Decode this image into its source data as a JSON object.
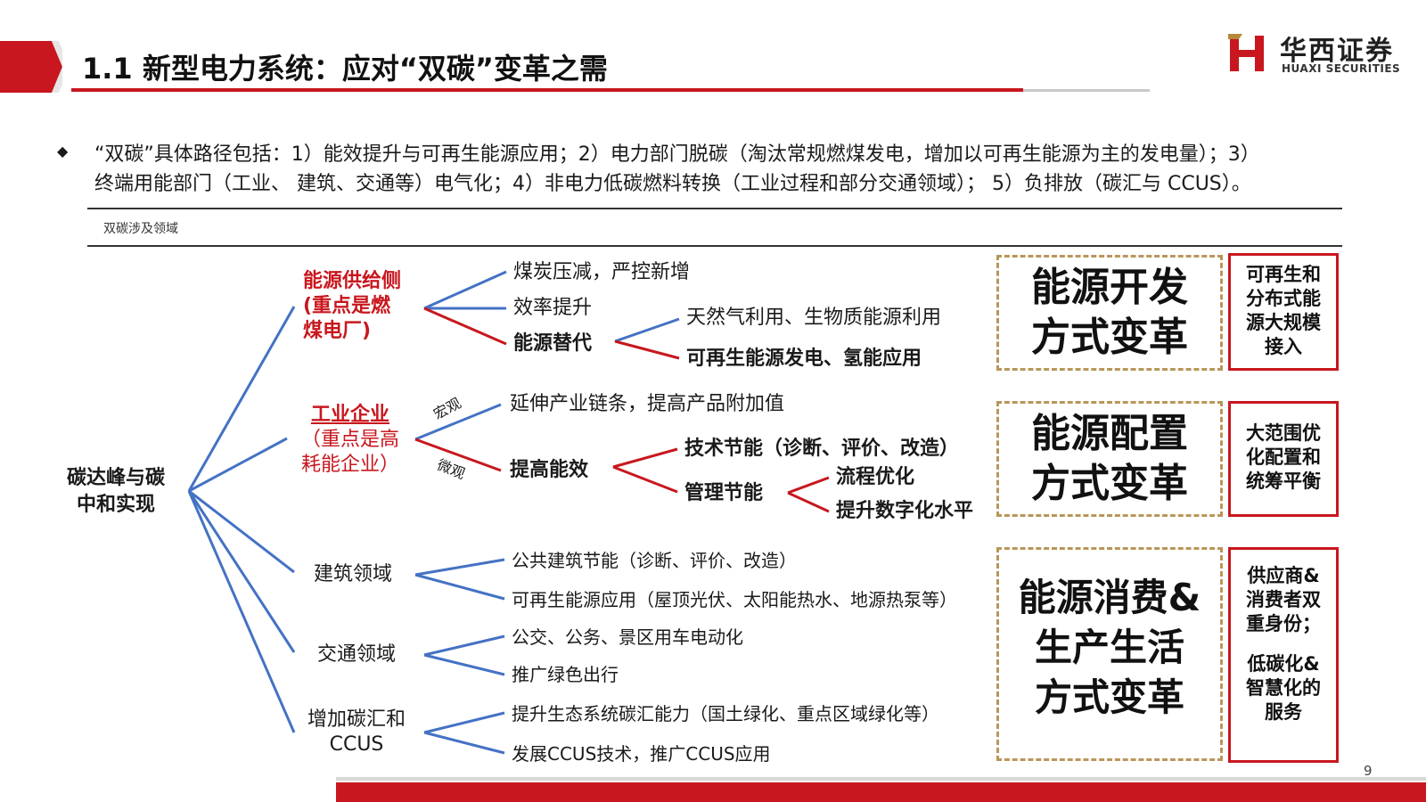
{
  "header": {
    "title": "1.1 新型电力系统：应对“双碳”变革之需",
    "logo_cn": "华西证券",
    "logo_en": "HUAXI SECURITIES"
  },
  "intro": {
    "bullet": "◆",
    "line1": "“双碳”具体路径包括：1）能效提升与可再生能源应用；2）电力部门脱碳（淘汰常规燃煤发电，增加以可再生能源为主的发电量）；3）",
    "line2": "终端用能部门（工业、 建筑、交通等）电气化；4）非电力低碳燃料转换（工业过程和部分交通领域）； 5）负排放（碳汇与 CCUS）。"
  },
  "figure": {
    "caption": "双碳涉及领域",
    "root": [
      "碳达峰与碳",
      "中和实现"
    ],
    "energy_supply": {
      "title": "能源供给侧",
      "sub1": "(重点是燃",
      "sub2": "煤电厂)",
      "items": [
        "煤炭压减，严控新增",
        "效率提升",
        "能源替代"
      ],
      "substitution": [
        "天然气利用、生物质能源利用",
        "可再生能源发电、氢能应用"
      ]
    },
    "industry": {
      "title": "工业企业",
      "sub1": "（重点是高",
      "sub2": "耗能企业）",
      "macro_label": "宏观",
      "micro_label": "微观",
      "items": [
        "延伸产业链条，提高产品附加值",
        "提高能效"
      ],
      "efficiency": [
        "技术节能（诊断、评价、改造）",
        "管理节能"
      ],
      "management": [
        "流程优化",
        "提升数字化水平"
      ]
    },
    "building": {
      "title": "建筑领域",
      "items": [
        "公共建筑节能（诊断、评价、改造）",
        "可再生能源应用（屋顶光伏、太阳能热水、地源热泵等）"
      ]
    },
    "transport": {
      "title": "交通领域",
      "items": [
        "公交、公务、景区用车电动化",
        "推广绿色出行"
      ]
    },
    "carbon_sink": {
      "title1": "增加碳汇和",
      "title2": "CCUS",
      "items": [
        "提升生态系统碳汇能力（国土绿化、重点区域绿化等）",
        "发展CCUS技术，推广CCUS应用"
      ]
    },
    "transforms": [
      {
        "l1": "能源开发",
        "l2": "方式变革",
        "l3": ""
      },
      {
        "l1": "能源配置",
        "l2": "方式变革",
        "l3": ""
      },
      {
        "l1": "能源消费&",
        "l2": "生产生活",
        "l3": "方式变革"
      }
    ],
    "effects": [
      [
        "可再生和",
        "分布式能",
        "源大规模",
        "接入"
      ],
      [
        "大范围优",
        "化配置和",
        "统筹平衡"
      ],
      [
        "供应商&",
        "消费者双",
        "重身份；",
        "",
        "低碳化&",
        "智慧化的",
        "服务"
      ]
    ]
  },
  "footer": {
    "page_number": "9"
  },
  "colors": {
    "accent_red": "#c8171e",
    "blue_line": "#4472c4",
    "gold_dash": "#b8965a"
  }
}
